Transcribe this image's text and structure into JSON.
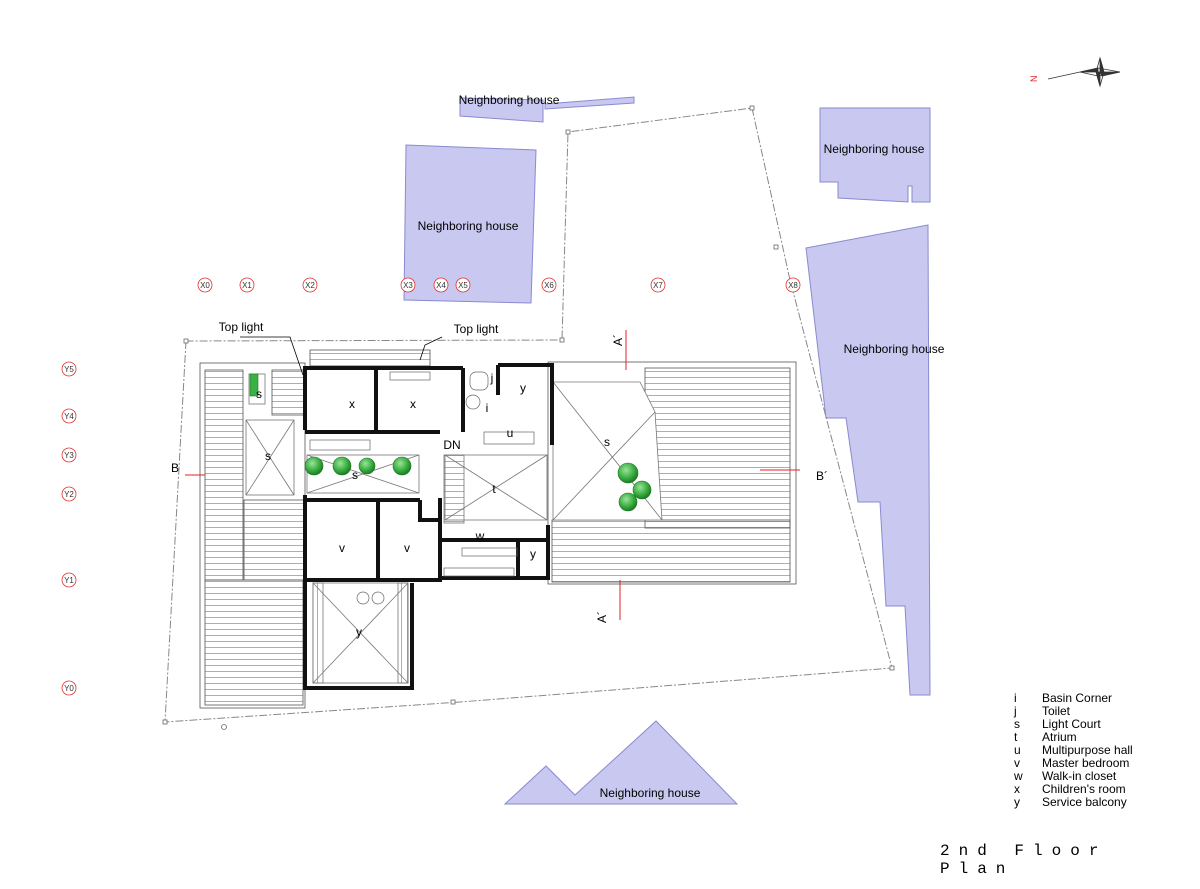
{
  "neighbors": {
    "top_left": "Neighboring house",
    "top_center": "Neighboring house",
    "top_right": "Neighboring house",
    "right": "Neighboring house",
    "bottom": "Neighboring house"
  },
  "grid_x": [
    "X0",
    "X1",
    "X2",
    "X3",
    "X4",
    "X5",
    "X6",
    "X7",
    "X8"
  ],
  "grid_y": [
    "Y5",
    "Y4",
    "Y3",
    "Y2",
    "Y1",
    "Y0"
  ],
  "labels": {
    "top_light_left": "Top light",
    "top_light_right": "Top light",
    "dn": "DN",
    "section_b_left": "B",
    "section_b_right": "B´",
    "section_a_top": "A´",
    "section_a_bottom": "A´",
    "north": "N"
  },
  "rooms": {
    "x1": "x",
    "x2": "x",
    "j": "j",
    "i": "i",
    "y1": "y",
    "u": "u",
    "s1": "s",
    "s2": "s",
    "s3": "s",
    "s4": "s",
    "t": "t",
    "v1": "v",
    "v2": "v",
    "w": "w",
    "y2": "y",
    "y3": "y"
  },
  "legend": [
    {
      "key": "i",
      "text": "Basin Corner"
    },
    {
      "key": "j",
      "text": "Toilet"
    },
    {
      "key": "s",
      "text": "Light Court"
    },
    {
      "key": "t",
      "text": "Atrium"
    },
    {
      "key": "u",
      "text": "Multipurpose hall"
    },
    {
      "key": "v",
      "text": "Master bedroom"
    },
    {
      "key": "w",
      "text": "Walk-in closet"
    },
    {
      "key": "x",
      "text": "Children's room"
    },
    {
      "key": "y",
      "text": "Service balcony"
    }
  ],
  "title": "2nd Floor Plan",
  "colors": {
    "neighbor": "#c8c8f0",
    "neighbor_edge": "#8a8ad0",
    "tree": "#3cb043",
    "wall": "#111111",
    "section": "#e0202a"
  }
}
